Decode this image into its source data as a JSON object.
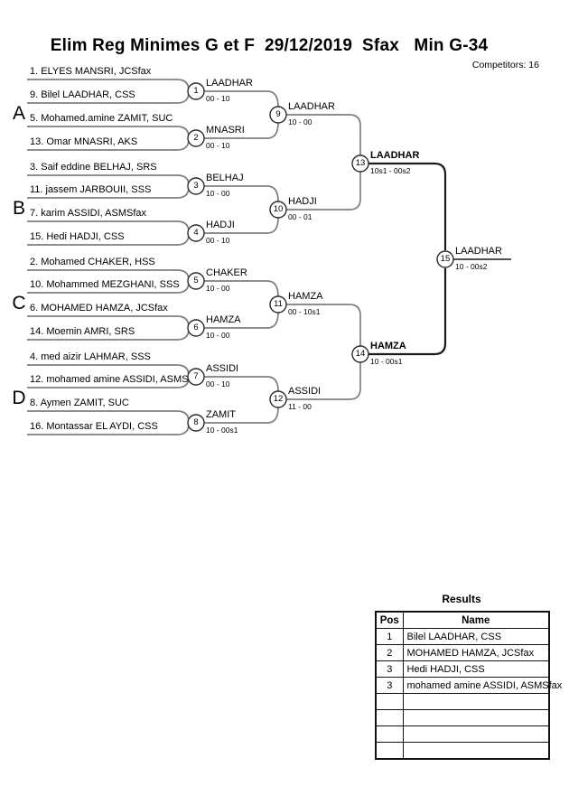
{
  "header": {
    "title": "Elim Reg Minimes G et F  29/12/2019  Sfax   Min G-34",
    "competitors": "Competitors: 16"
  },
  "groups": [
    "A",
    "B",
    "C",
    "D"
  ],
  "bracket": {
    "players": [
      "1. ELYES MANSRI, JCSfax",
      "9. Bilel LAADHAR, CSS",
      "5. Mohamed.amine ZAMIT, SUC",
      "13. Omar MNASRI, AKS",
      "3. Saif eddine BELHAJ, SRS",
      "11. jassem JARBOUII, SSS",
      "7. karim ASSIDI, ASMSfax",
      "15. Hedi HADJI, CSS",
      "2. Mohamed CHAKER, HSS",
      "10. Mohammed MEZGHANI, SSS",
      "6. MOHAMED HAMZA, JCSfax",
      "14. Moemin AMRI, SRS",
      "4. med aizir LAHMAR, SSS",
      "12. mohamed amine ASSIDI, ASMSfax",
      "8. Aymen ZAMIT, SUC",
      "16. Montassar EL AYDI, CSS"
    ],
    "matches": [
      {
        "num": "1",
        "winner": "LAADHAR",
        "score": "00 - 10"
      },
      {
        "num": "2",
        "winner": "MNASRI",
        "score": "00 - 10"
      },
      {
        "num": "3",
        "winner": "BELHAJ",
        "score": "10 - 00"
      },
      {
        "num": "4",
        "winner": "HADJI",
        "score": "00 - 10"
      },
      {
        "num": "5",
        "winner": "CHAKER",
        "score": "10 - 00"
      },
      {
        "num": "6",
        "winner": "HAMZA",
        "score": "10 - 00"
      },
      {
        "num": "7",
        "winner": "ASSIDI",
        "score": "00 - 10"
      },
      {
        "num": "8",
        "winner": "ZAMIT",
        "score": "10 - 00s1"
      },
      {
        "num": "9",
        "winner": "LAADHAR",
        "score": "10 - 00"
      },
      {
        "num": "10",
        "winner": "HADJI",
        "score": "00 - 01"
      },
      {
        "num": "11",
        "winner": "HAMZA",
        "score": "00 - 10s1"
      },
      {
        "num": "12",
        "winner": "ASSIDI",
        "score": "11 - 00"
      },
      {
        "num": "13",
        "winner": "LAADHAR",
        "score": "10s1 - 00s2"
      },
      {
        "num": "14",
        "winner": "HAMZA",
        "score": "10 - 00s1"
      },
      {
        "num": "15",
        "winner": "LAADHAR",
        "score": "10 - 00s2"
      }
    ]
  },
  "results": {
    "title": "Results",
    "columns": [
      "Pos",
      "Name"
    ],
    "rows": [
      {
        "pos": "1",
        "name": "Bilel LAADHAR, CSS"
      },
      {
        "pos": "2",
        "name": "MOHAMED HAMZA, JCSfax"
      },
      {
        "pos": "3",
        "name": "Hedi HADJI, CSS"
      },
      {
        "pos": "3",
        "name": "mohamed amine ASSIDI, ASMSfax"
      },
      {
        "pos": "",
        "name": ""
      },
      {
        "pos": "",
        "name": ""
      },
      {
        "pos": "",
        "name": ""
      },
      {
        "pos": "",
        "name": ""
      }
    ]
  }
}
